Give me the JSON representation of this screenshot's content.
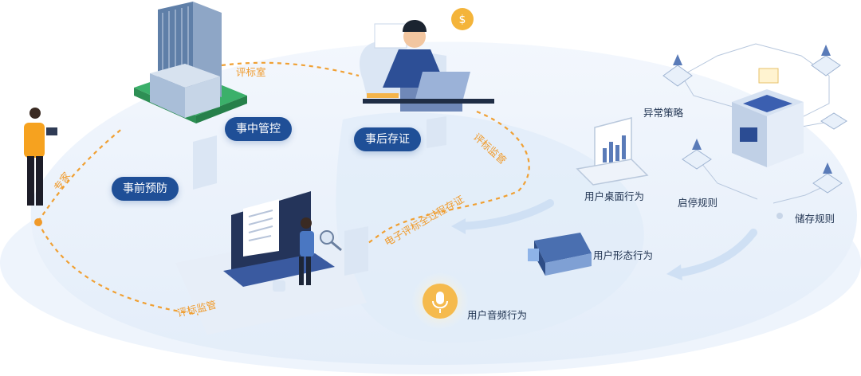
{
  "stages": {
    "pre": "事前预防",
    "mid": "事中管控",
    "post": "事后存证"
  },
  "route_labels": {
    "room": "评标室",
    "supervise_top": "评标监管",
    "expert": "专家",
    "evidence": "电子评标全过程存证",
    "supervise_bottom": "评标监管"
  },
  "behaviors": {
    "desktop": "用户桌面行为",
    "form": "用户形态行为",
    "audio": "用户音频行为"
  },
  "server_nodes": {
    "abnormal": "异常策略",
    "startstop": "启停规则",
    "storage": "储存规则"
  },
  "icons": {
    "coin": "dollar-coin-icon",
    "mic": "microphone-icon",
    "magnifier": "magnifier-icon"
  },
  "colors": {
    "navy": "#1f4f97",
    "orange": "#f09a2a",
    "platform": "#e9f1fb"
  }
}
